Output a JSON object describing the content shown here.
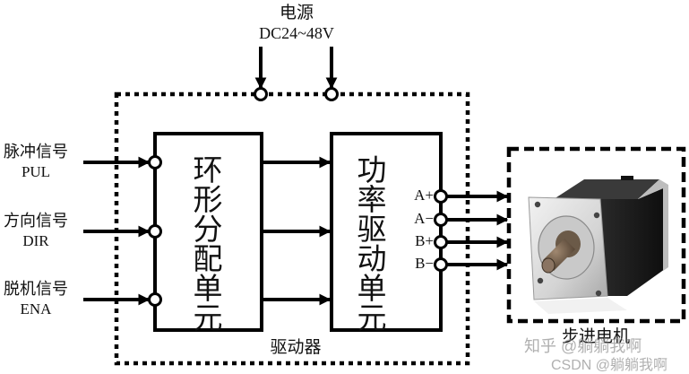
{
  "power": {
    "title": "电源",
    "spec": "DC24~48V"
  },
  "driver": {
    "label": "驱动器"
  },
  "inputs": [
    {
      "cn": "脉冲信号",
      "en": "PUL"
    },
    {
      "cn": "方向信号",
      "en": "DIR"
    },
    {
      "cn": "脱机信号",
      "en": "ENA"
    }
  ],
  "blocks": {
    "ring_distribution": "环形分配单元",
    "power_drive": "功率驱动单元"
  },
  "outputs": [
    "A+",
    "A−",
    "B+",
    "B−"
  ],
  "motor": {
    "label": "步进电机",
    "image_semantic": "stepper-motor-photo"
  },
  "watermarks": {
    "zhihu": "知乎 @躺躺我啊",
    "csdn": "CSDN @躺躺我啊"
  },
  "colors": {
    "line": "#000000",
    "motor_body": "#1c1c1c",
    "motor_flange": "#d9d9d9",
    "watermark": "#969696"
  }
}
